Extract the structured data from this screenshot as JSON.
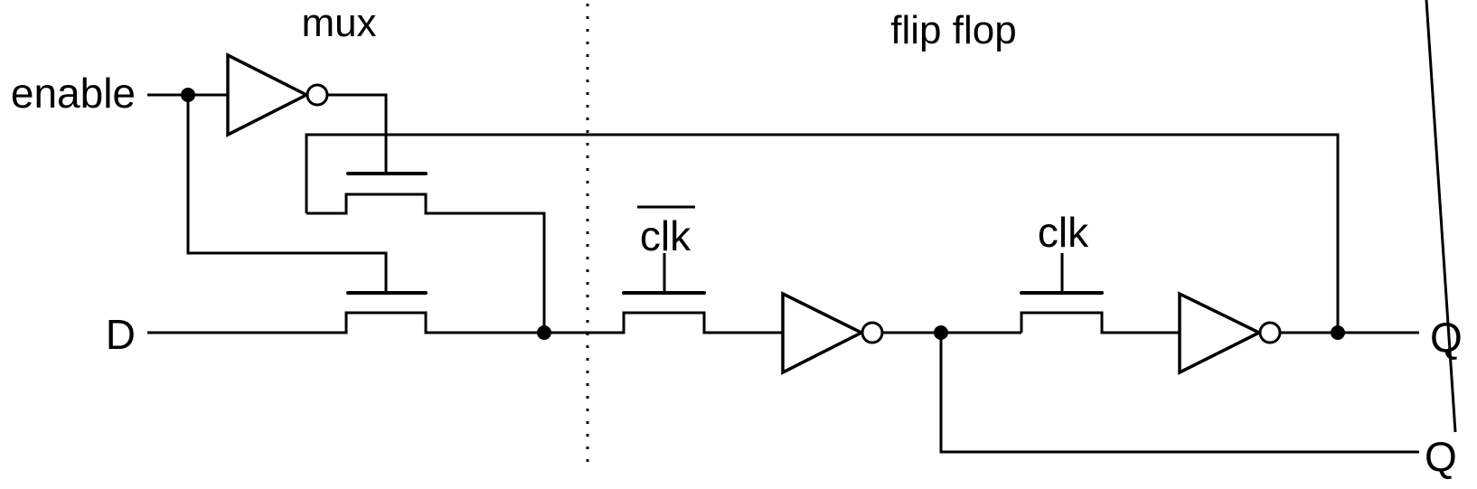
{
  "diagram": {
    "title": "Enabled D flip-flop (mux + flip flop)",
    "sections": {
      "mux": "mux",
      "flip_flop": "flip flop"
    },
    "inputs": {
      "enable": "enable",
      "d": "D"
    },
    "outputs": {
      "q": "Q",
      "q_bar": "Q",
      "q_bar_overline": true
    },
    "clock_labels": {
      "clk_bar": "clk",
      "clk_bar_overline": true,
      "clk": "clk"
    },
    "components": [
      {
        "type": "inverter",
        "name": "enable-inverter",
        "section": "mux"
      },
      {
        "type": "pass-transistor",
        "name": "feedback-pass-transistor",
        "section": "mux",
        "gate": "enable inverted"
      },
      {
        "type": "pass-transistor",
        "name": "d-pass-transistor",
        "section": "mux",
        "gate": "enable"
      },
      {
        "type": "pass-transistor",
        "name": "clk-bar-pass-transistor",
        "section": "flip flop",
        "gate": "clk (inverted)"
      },
      {
        "type": "inverter",
        "name": "first-stage-inverter",
        "section": "flip flop"
      },
      {
        "type": "pass-transistor",
        "name": "clk-pass-transistor",
        "section": "flip flop",
        "gate": "clk"
      },
      {
        "type": "inverter",
        "name": "second-stage-inverter",
        "section": "flip flop"
      }
    ],
    "colors": {
      "stroke": "#000000",
      "background": "#ffffff"
    }
  }
}
